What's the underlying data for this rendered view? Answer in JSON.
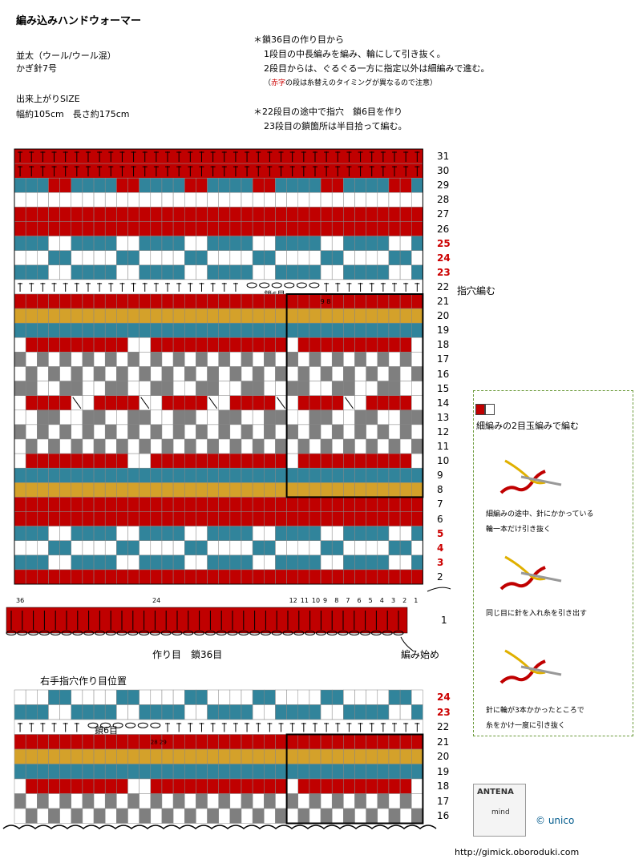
{
  "header": {
    "title": "編み込みハンドウォーマー",
    "yarn": "並太（ウール/ウール混）",
    "hook": "かぎ針7号",
    "size_label": "出来上がりSIZE",
    "size_value": "幅約105cm　長さ約175cm"
  },
  "notes": {
    "n1": "＊鎖36目の作り目から",
    "n2": "1段目の中長編みを編み、輪にして引き抜く。",
    "n3": "2段目からは、ぐるぐる一方に指定以外は細編みで進む。",
    "n4_pre": "（",
    "n4_red": "赤字",
    "n4_post": "の段は糸替えのタイミングが異なるので注意）",
    "n5": "＊22段目の途中で指穴　鎖6目を作り",
    "n6": "23段目の鎖箇所は半目拾って編む。"
  },
  "colors": {
    "red": "#c00000",
    "teal": "#31849b",
    "gold": "#d4a12a",
    "gray": "#7f7f7f",
    "white": "#ffffff",
    "label_red": "#cc0000",
    "panel_border": "#6b9a3a",
    "copyright_blue": "#005a8c"
  },
  "main_chart": {
    "rows": [
      "31",
      "30",
      "29",
      "28",
      "27",
      "26",
      "25",
      "24",
      "23",
      "22",
      "21",
      "20",
      "19",
      "18",
      "17",
      "16",
      "15",
      "14",
      "13",
      "12",
      "11",
      "10",
      "9",
      "8",
      "7",
      "6",
      "5",
      "4",
      "3",
      "2"
    ],
    "red_rows": [
      "25",
      "24",
      "23",
      "5",
      "4",
      "3"
    ],
    "thumb_label": "指穴編む",
    "chain_label": "鎖6目",
    "col_nums": [
      "36",
      "24",
      "12",
      "11",
      "10",
      "9",
      "8",
      "7",
      "6",
      "5",
      "4",
      "3",
      "2",
      "1"
    ],
    "small_mark": "9 8",
    "row1": "1"
  },
  "labels": {
    "foundation": "作り目　鎖36目",
    "start": "編み始め",
    "position": "右手指穴作り目位置"
  },
  "bottom_chart": {
    "rows": [
      "24",
      "23",
      "22",
      "21",
      "20",
      "19",
      "18",
      "17",
      "16"
    ],
    "red_rows": [
      "24",
      "23"
    ],
    "chain_label": "鎖6目",
    "small_mark": "28 29"
  },
  "panel": {
    "p1": "細編みの2目玉編みで編む",
    "p2": "細編みの途中、針にかかっている",
    "p3": "輪一本だけ引き抜く",
    "p4": "同じ目に針を入れ糸を引き出す",
    "p5": "針に輪が3本かかったところで",
    "p6": "糸をかけ一度に引き抜く"
  },
  "logo": {
    "brand": "ANTENA",
    "sub": "mind"
  },
  "footer": {
    "copyright": "© unico",
    "url": "http://gimick.oboroduki.com"
  }
}
